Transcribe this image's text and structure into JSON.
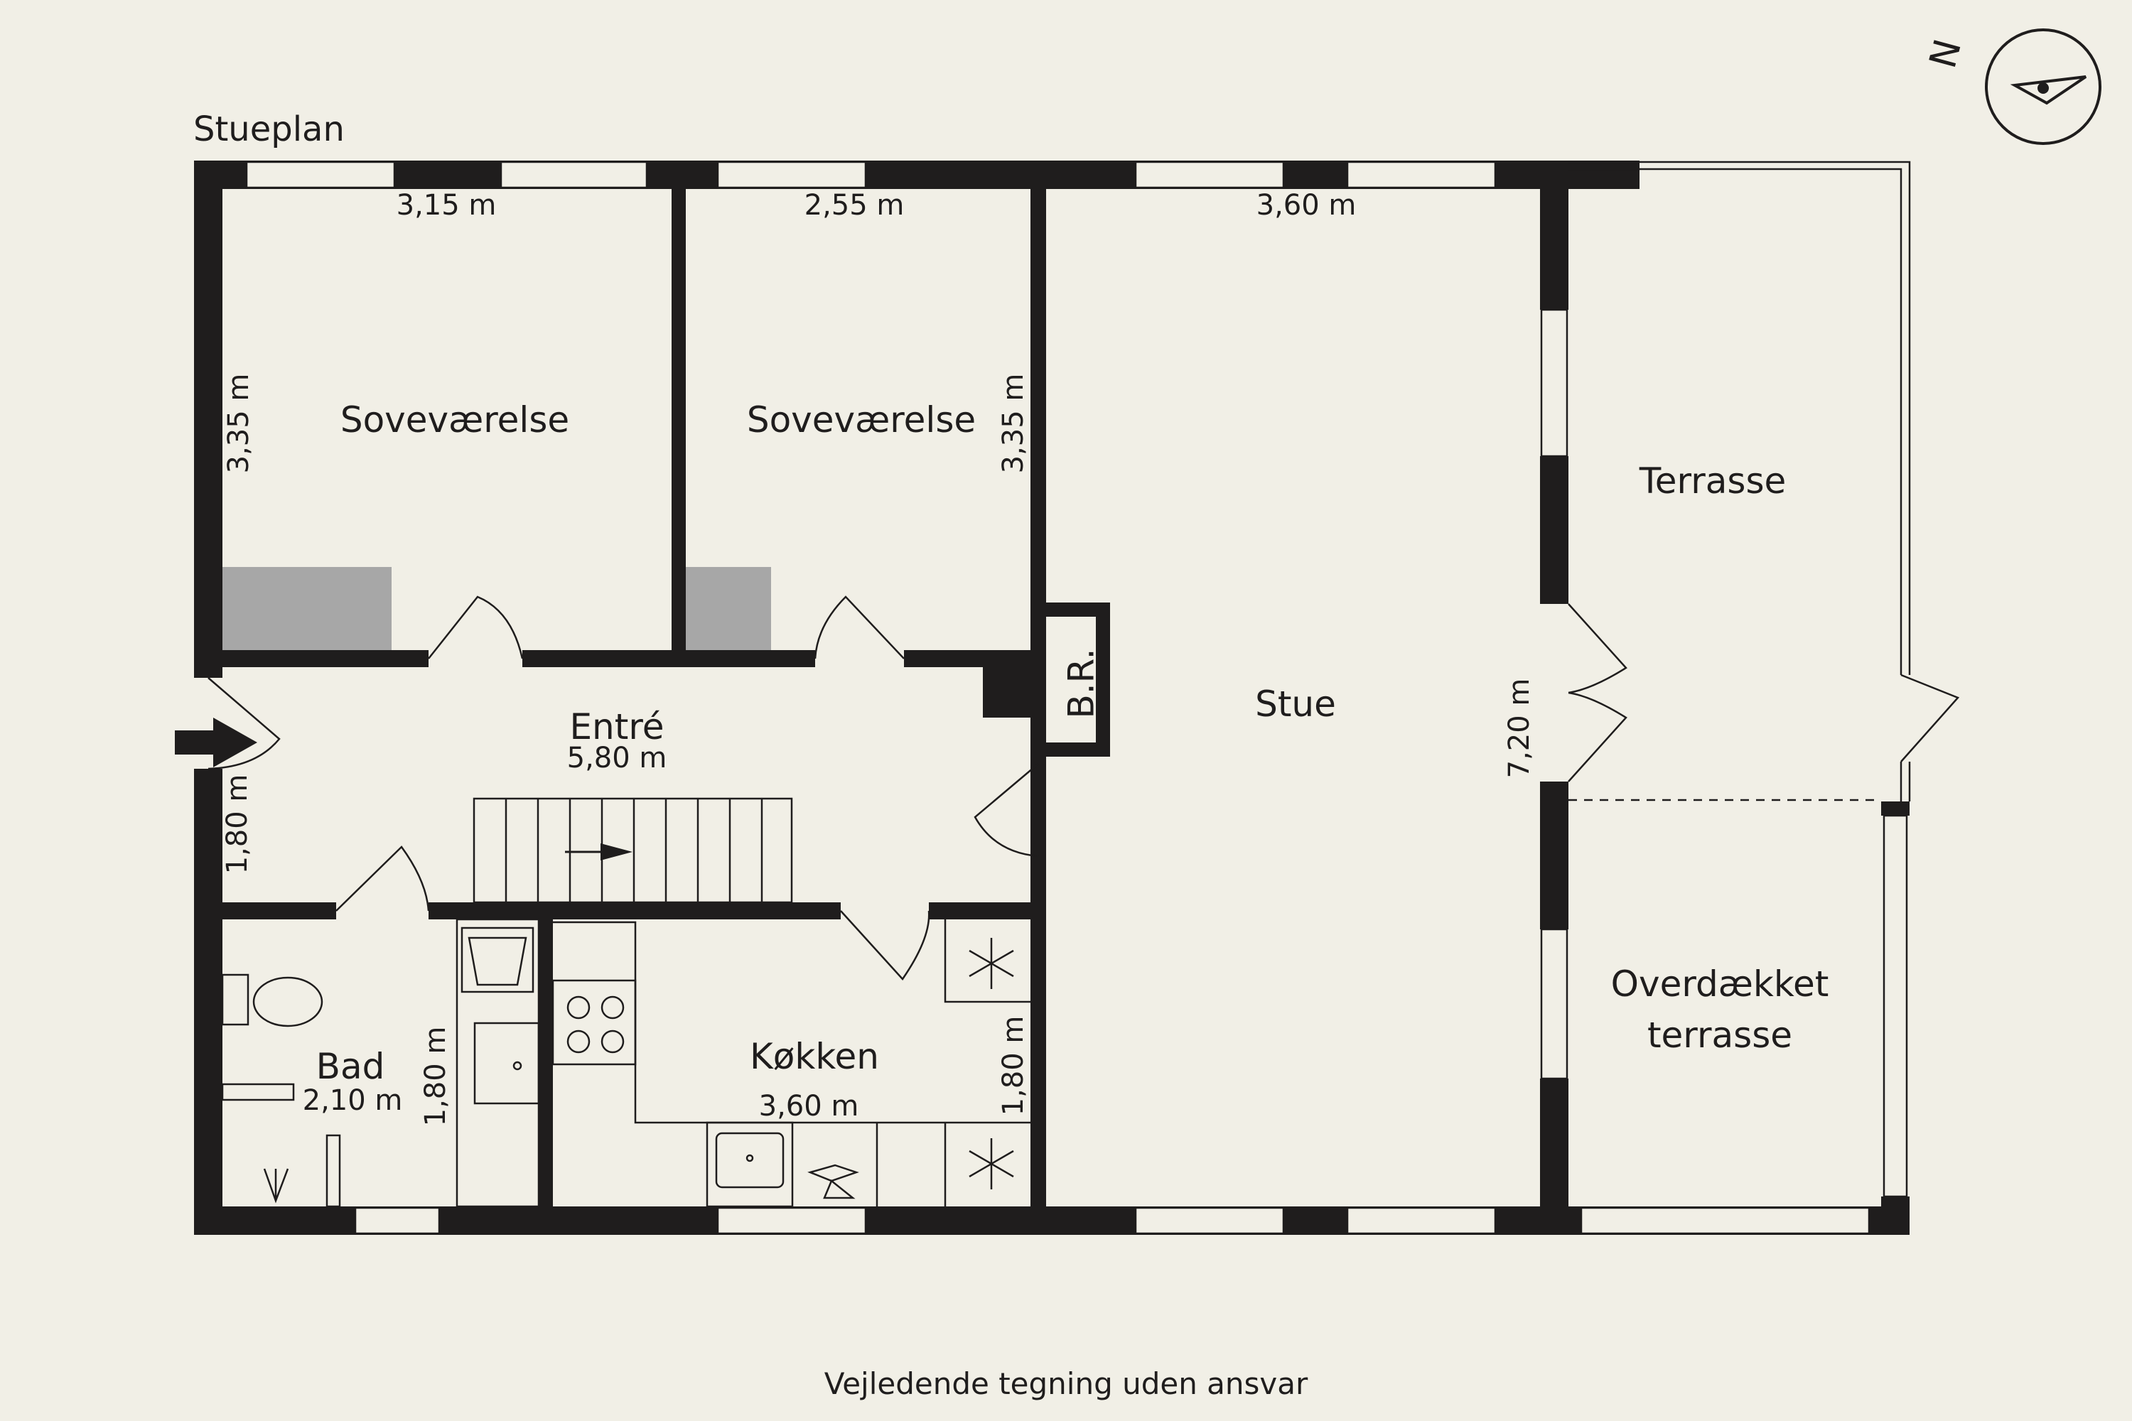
{
  "plan": {
    "title": "Stueplan",
    "footer": "Vejledende tegning uden ansvar",
    "compass_letter": "N",
    "rooms": {
      "bedroom1": "Soveværelse",
      "bedroom2": "Soveværelse",
      "entrance": "Entré",
      "storage": "B.R.",
      "living": "Stue",
      "terrace": "Terrasse",
      "covered_terrace_1": "Overdækket",
      "covered_terrace_2": "terrasse",
      "bathroom": "Bad",
      "kitchen": "Køkken"
    },
    "dimensions": {
      "bedroom1_width": "3,15 m",
      "bedroom1_depth": "3,35 m",
      "bedroom2_width": "2,55 m",
      "bedroom2_depth": "3,35 m",
      "living_width": "3,60 m",
      "living_depth": "7,20 m",
      "entrance_length": "5,80 m",
      "entrance_depth": "1,80 m",
      "bathroom_width": "2,10 m",
      "bathroom_depth": "1,80 m",
      "kitchen_width": "3,60 m",
      "kitchen_depth": "1,80 m"
    },
    "colors": {
      "background": "#f1efe6",
      "wall": "#1f1d1d",
      "wardrobe": "#a7a7a7"
    }
  }
}
